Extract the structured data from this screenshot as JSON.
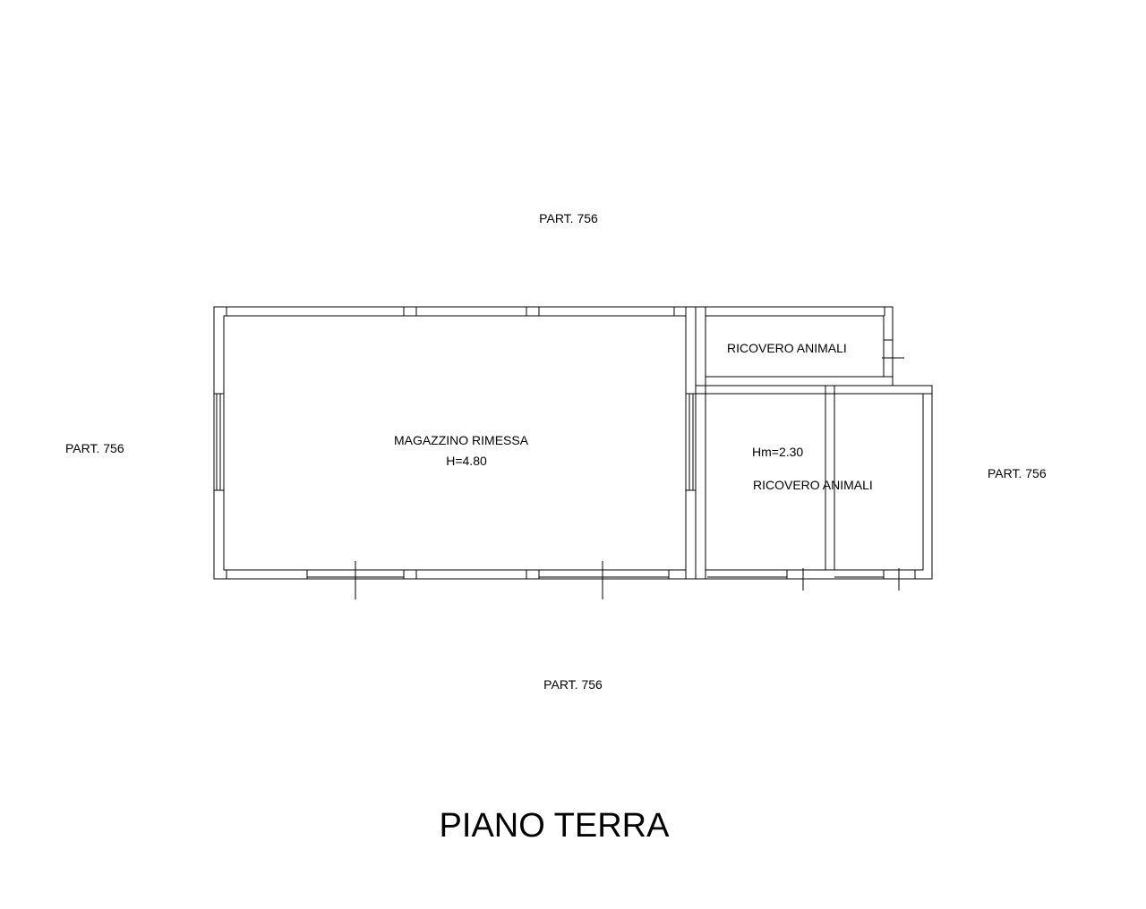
{
  "drawing": {
    "title": "PIANO TERRA",
    "boundaries": {
      "north": "PART. 756",
      "south": "PART. 756",
      "west": "PART. 756",
      "east": "PART. 756"
    },
    "rooms": {
      "magazzino": {
        "name": "MAGAZZINO RIMESSA",
        "height": "H=4.80"
      },
      "ricovero_top": {
        "name": "RICOVERO ANIMALI"
      },
      "ricovero_bottom": {
        "height": "Hm=2.30",
        "name": "RICOVERO ANIMALI"
      }
    },
    "colors": {
      "line": "#000000",
      "background": "#ffffff"
    }
  }
}
